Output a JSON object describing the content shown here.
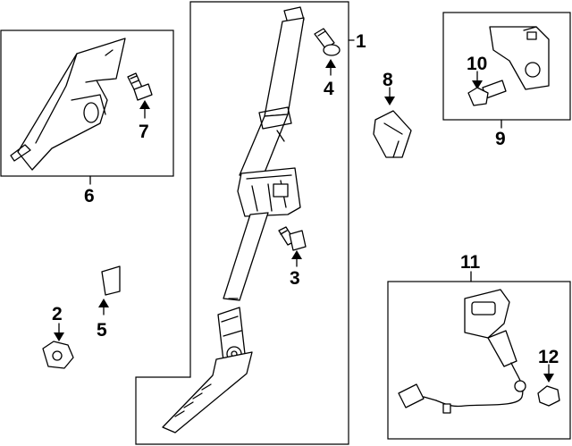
{
  "diagram": {
    "parts": [
      {
        "id": "part-1",
        "label": "1"
      },
      {
        "id": "part-2",
        "label": "2"
      },
      {
        "id": "part-3",
        "label": "3"
      },
      {
        "id": "part-4",
        "label": "4"
      },
      {
        "id": "part-5",
        "label": "5"
      },
      {
        "id": "part-6",
        "label": "6"
      },
      {
        "id": "part-7",
        "label": "7"
      },
      {
        "id": "part-8",
        "label": "8"
      },
      {
        "id": "part-9",
        "label": "9"
      },
      {
        "id": "part-10",
        "label": "10"
      },
      {
        "id": "part-11",
        "label": "11"
      },
      {
        "id": "part-12",
        "label": "12"
      }
    ]
  }
}
